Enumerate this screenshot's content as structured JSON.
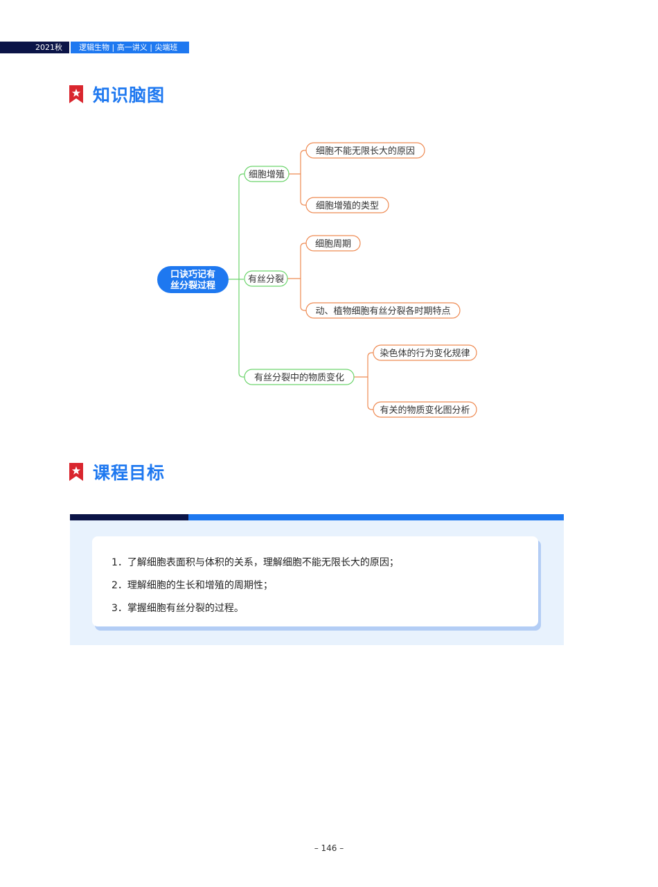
{
  "header": {
    "year": "2021秋",
    "series": "逻辑生物 | 高一讲义 | 尖端班"
  },
  "section_mindmap": {
    "title": "知识脑图",
    "icon": "bookmark-star-icon"
  },
  "mindmap": {
    "root": {
      "line1": "口诀巧记有",
      "line2": "丝分裂过程"
    },
    "branches": [
      {
        "label": "细胞增殖",
        "children": [
          "细胞不能无限长大的原因",
          "细胞增殖的类型"
        ]
      },
      {
        "label": "有丝分裂",
        "children": [
          "细胞周期",
          "动、植物细胞有丝分裂各时期特点"
        ]
      },
      {
        "label": "有丝分裂中的物质变化",
        "children": [
          "染色体的行为变化规律",
          "有关的物质变化图分析"
        ]
      }
    ]
  },
  "section_goals": {
    "title": "课程目标",
    "icon": "bookmark-star-icon"
  },
  "goals": [
    "1．了解细胞表面积与体积的关系，理解细胞不能无限长大的原因；",
    "2．理解细胞的生长和增殖的周期性；",
    "3．掌握细胞有丝分裂的过程。"
  ],
  "page_number": "– 146 –",
  "colors": {
    "accent_blue": "#1e78f0",
    "navy": "#0b1447",
    "bookmark_red": "#d9262e",
    "branch_green": "#6cd46c",
    "leaf_orange": "#ee8a52",
    "panel_bg": "#e8f2fd"
  }
}
